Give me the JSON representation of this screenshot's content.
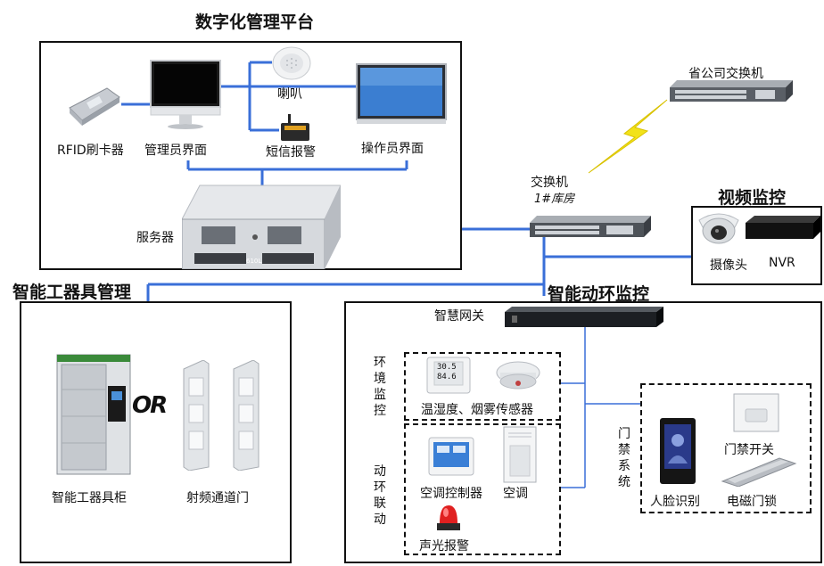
{
  "titles": {
    "digital_platform": "数字化管理平台",
    "video_monitoring": "视频监控",
    "smart_tools": "智能工器具管理",
    "smart_env": "智能动环监控"
  },
  "devices": {
    "rfid_reader": "RFID刷卡器",
    "admin_ui": "管理员界面",
    "speaker": "喇叭",
    "sms_alarm": "短信报警",
    "operator_ui": "操作员界面",
    "server": "服务器",
    "provincial_switch": "省公司交换机",
    "switch": "交换机",
    "switch_location": "1#库房",
    "camera": "摄像头",
    "nvr": "NVR",
    "smart_gateway": "智慧网关",
    "tool_cabinet": "智能工器具柜",
    "rf_gate": "射频通道门",
    "or_text": "OR",
    "temp_smoke_sensor": "温湿度、烟雾传感器",
    "ac_controller": "空调控制器",
    "air_conditioner": "空调",
    "sound_light_alarm": "声光报警",
    "face_recognition": "人脸识别",
    "door_switch": "门禁开关",
    "em_lock": "电磁门锁",
    "server_model": "610L",
    "thermostat_temp": "30.5",
    "thermostat_hum": "84.6"
  },
  "groups": {
    "environment": "环境监控",
    "linkage": "动环联动",
    "access_control": "门禁系统"
  },
  "colors": {
    "link_line": "#3a6fd8",
    "wireless_bolt": "#f2e21a"
  }
}
